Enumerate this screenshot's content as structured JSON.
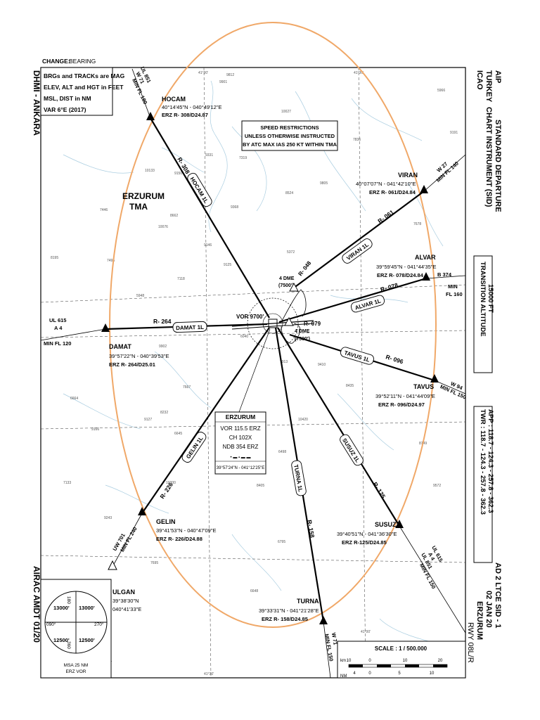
{
  "header": {
    "change_label": "CHANGE:",
    "change_value": "BEARING"
  },
  "right_title": {
    "aip": "AIP",
    "country": "TURKEY",
    "chart_name_1": "STANDARD DEPARTURE",
    "chart_name_2": "CHART INSTRUMENT (SID)",
    "icao": "ICAO"
  },
  "right_bottom": {
    "ref": "AD 2 LTCE SID - 1",
    "date": "02 JAN 20",
    "airport": "ERZURUM",
    "runway": "RWY 08L/R"
  },
  "left_side": {
    "authority": "DHMI - ANKARA",
    "airac": "AIRAC AMDT 01/20"
  },
  "notes": {
    "line1": "BRGs and TRACKs are MAG",
    "line2": "ELEV, ALT and HGT in FEET",
    "line3": "MSL, DIST in NM",
    "line4": "VAR 6°E (2017)"
  },
  "speed_restrictions": {
    "line1": "SPEED RESTRICTIONS",
    "line2": "UNLESS OTHERWISE INSTRUCTED",
    "line3": "BY ATC MAX IAS 250 KT WITHIN TMA"
  },
  "transition_altitude": {
    "label": "TRANSITION ALTITUDE",
    "value": "15000 FT"
  },
  "frequencies": {
    "twr": "TWR : 118.7 - 124.3 - 257.8 - 362.3",
    "app": "APP : 118.7 - 124.3 - 257.8 - 362.3"
  },
  "tma": {
    "line1": "ERZURUM",
    "line2": "TMA"
  },
  "navaid": {
    "name": "ERZURUM",
    "vor": "VOR 115.5 ERZ",
    "ch": "CH 102X",
    "ndb": "NDB 354 ERZ",
    "morse": "• ▬ ▪ ▬ ▬",
    "coords": "39°57'24\"N - 041°12'25\"E",
    "vor_alt": "VOR 9700'"
  },
  "dme": {
    "north": {
      "dist": "4 DME",
      "alt": "(7500')",
      "radial": "R- 048"
    },
    "south": {
      "dist": "4 DME",
      "alt": "(7500')",
      "radial": "R- 079"
    }
  },
  "waypoints": {
    "hocam": {
      "name": "HOCAM",
      "coords": "40°14'45\"N - 040°49'12\"E",
      "radial": "ERZ R- 308/D24.87"
    },
    "viran": {
      "name": "VIRAN",
      "coords": "40°07'07\"N - 041°42'10\"E",
      "radial": "ERZ R- 061/D24.84"
    },
    "alvar": {
      "name": "ALVAR",
      "coords": "39°59'45\"N - 041°44'35\"E",
      "radial": "ERZ R- 078/D24.84"
    },
    "tavus": {
      "name": "TAVUS",
      "coords": "39°52'11\"N - 041°44'09\"E",
      "radial": "ERZ R- 096/D24.97"
    },
    "susuz": {
      "name": "SUSUZ",
      "coords": "39°40'51\"N - 041°36'30\"E",
      "radial": "ERZ R-125/D24.85"
    },
    "turna": {
      "name": "TURNA",
      "coords": "39°33'31\"N - 041°21'28\"E",
      "radial": "ERZ R- 158/D24.85"
    },
    "gelin": {
      "name": "GELIN",
      "coords": "39°41'53\"N - 040°47'09\"E",
      "radial": "ERZ R- 226/D24.88"
    },
    "damat": {
      "name": "DAMAT",
      "coords": "39°57'22\"N - 040°39'53\"E",
      "radial": "ERZ R- 264/D25.01"
    },
    "ulgan": {
      "name": "ULGAN",
      "coords1": "39°38'30\"N",
      "coords2": "040°41'33\"E"
    }
  },
  "routes": {
    "hocam": {
      "label": "HOCAM 1L",
      "radial": "R- 308"
    },
    "viran": {
      "label": "VIRAN 1L",
      "radial": "R- 061"
    },
    "alvar": {
      "label": "ALVAR 1L",
      "radial": "R- 078"
    },
    "tavus": {
      "label": "TAVUS 1L",
      "radial": "R- 096"
    },
    "susuz": {
      "label": "SUSUZ 1L",
      "radial": "R- 125"
    },
    "turna": {
      "label": "TURNA 1L",
      "radial": "R- 158"
    },
    "gelin": {
      "label": "GELIN 1L",
      "radial": "R- 226"
    },
    "damat": {
      "label": "DAMAT 1L",
      "radial": "R- 264"
    }
  },
  "airways": {
    "ul851": {
      "name": "UL 851",
      "sub": "W 71",
      "min": "MIN FL 180"
    },
    "w27": {
      "name": "W 27",
      "min": "MIN FL 140"
    },
    "b374": {
      "name": "B 374",
      "min1": "MIN",
      "min2": "FL 160"
    },
    "w94": {
      "name": "W 94",
      "min": "MIN FL 150"
    },
    "ul615": {
      "name": "UL 615",
      "sub": "A 4",
      "min": "MIN FL 120"
    },
    "ul615se": {
      "name": "UL 615",
      "sub1": "A 4",
      "sub2": "UL 851",
      "min": "MIN FL 150"
    },
    "w71": {
      "name": "W 71",
      "min": "MIN FL 150"
    },
    "uw701": {
      "name": "UW 701",
      "min": "MIN FL 240"
    }
  },
  "msa": {
    "nw": "13000'",
    "ne": "13000'",
    "sw": "12500'",
    "se": "12500'",
    "north": "180",
    "south": "360",
    "west": "090°",
    "east": "270°",
    "caption1": "MSA 25 NM",
    "caption2": "ERZ VOR"
  },
  "scale": {
    "title": "SCALE : 1 / 500.000",
    "km_label": "km",
    "nm_label": "NM",
    "km_ticks": [
      "10",
      "0",
      "10",
      "20"
    ],
    "nm_ticks": [
      "4",
      "0",
      "5",
      "10"
    ]
  },
  "spot_heights": [
    "9812",
    "9901",
    "10027",
    "7836",
    "10133",
    "9150",
    "9331",
    "7319",
    "9805",
    "7446",
    "8662",
    "10076",
    "9368",
    "8524",
    "7678",
    "9146",
    "9125",
    "5372",
    "7495",
    "8195",
    "7118",
    "5948",
    "9902",
    "6040",
    "7913",
    "9410",
    "8435",
    "7667",
    "6664",
    "8232",
    "9127",
    "10420",
    "6645",
    "9166",
    "8749",
    "7133",
    "10300",
    "6498",
    "9572",
    "8405",
    "6795",
    "9243",
    "7695",
    "6648",
    "9057",
    "5966",
    "9191"
  ],
  "grid_labels": {
    "top1": "41°30'",
    "top2": "41°30'",
    "bottom1": "41°30'",
    "bottom2": "41°00'"
  },
  "colors": {
    "tma_boundary": "#f0a868",
    "terrain_water": "#a9cde0",
    "ink": "#000000"
  }
}
